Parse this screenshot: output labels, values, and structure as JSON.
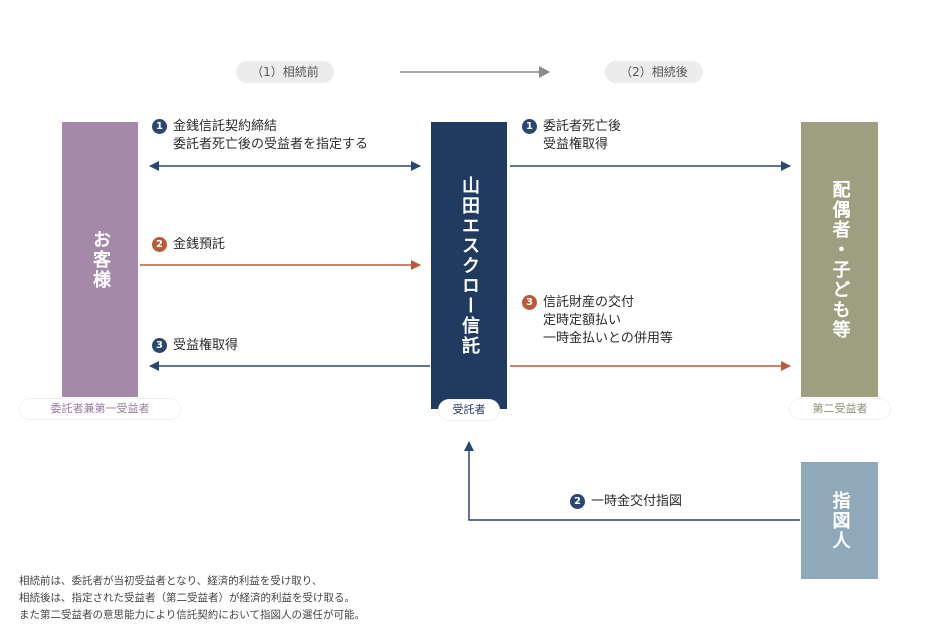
{
  "phases": {
    "before": "（1）相続前",
    "after": "（2）相続後"
  },
  "entities": {
    "customer": {
      "name": "お客様",
      "role": "委託者兼第一受益者"
    },
    "trust_company": {
      "name": "山田エスクロー信託",
      "role": "受託者"
    },
    "beneficiary": {
      "name": "配偶者・子ども等",
      "role": "第二受益者"
    },
    "instructor": {
      "name": "指図人"
    }
  },
  "flows": {
    "before_1": {
      "num": "1",
      "line1": "金銭信託契約締結",
      "line2": "委託者死亡後の受益者を指定する"
    },
    "before_2": {
      "num": "2",
      "line1": "金銭預託"
    },
    "before_3": {
      "num": "3",
      "line1": "受益権取得"
    },
    "after_1": {
      "num": "1",
      "line1": "委託者死亡後",
      "line2": "受益権取得"
    },
    "after_2": {
      "num": "2",
      "line1": "一時金交付指図"
    },
    "after_3": {
      "num": "3",
      "line1": "信託財産の交付",
      "line2": "定時定額払い",
      "line3": "一時金払いとの併用等"
    }
  },
  "notes": [
    "相続前は、委託者が当初受益者となり、経済的利益を受け取り、",
    "相続後は、指定された受益者（第二受益者）が経済的利益を受け取る。",
    "また第二受益者の意思能力により信託契約において指図人の選任が可能。"
  ],
  "colors": {
    "customer": "#a48aa8",
    "trust_company": "#213a60",
    "beneficiary": "#9e9f80",
    "instructor": "#8fa9bb",
    "navy_arrow": "#2b4670",
    "orange_arrow": "#b85a3c",
    "gray_arrow": "#8a8a8a"
  }
}
